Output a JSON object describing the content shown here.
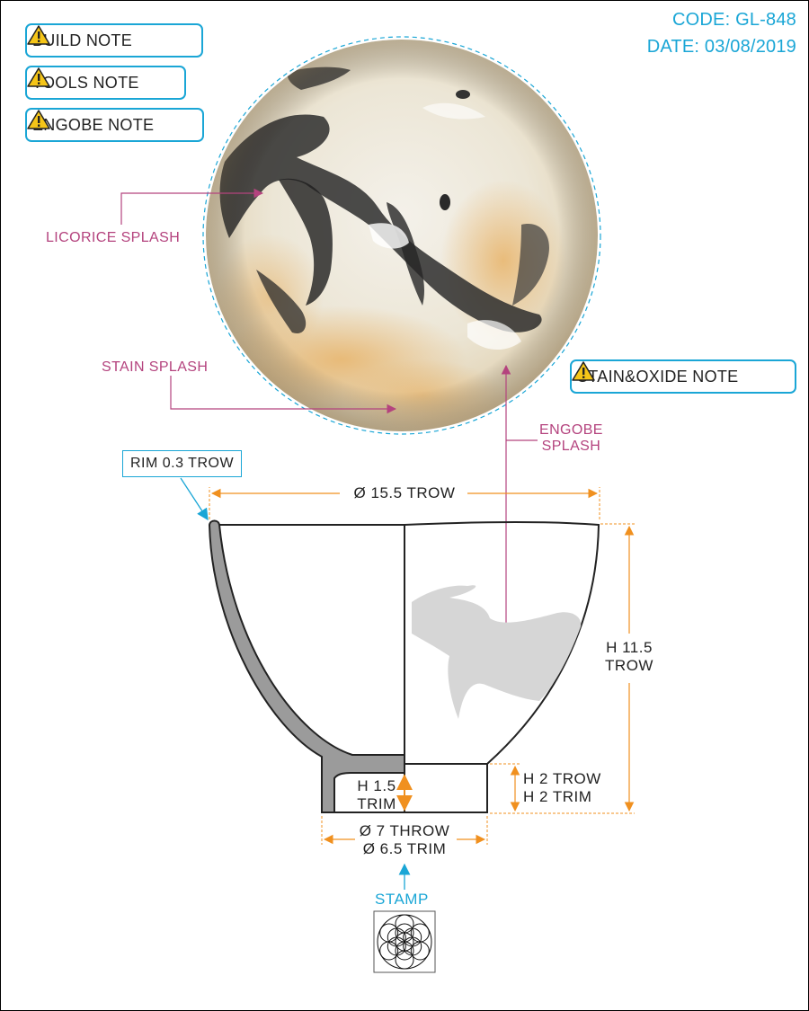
{
  "header": {
    "code": "CODE: GL-848",
    "date": "DATE: 03/08/2019"
  },
  "notes": [
    {
      "label": "BUILD NOTE",
      "icon": "warning-icon"
    },
    {
      "label": "TOOLS NOTE",
      "icon": "warning-icon"
    },
    {
      "label": "ENGOBE NOTE",
      "icon": "warning-icon"
    },
    {
      "label": "STAIN&OXIDE NOTE",
      "icon": "warning-icon"
    }
  ],
  "callouts": {
    "licorice": "LICORICE SPLASH",
    "stain": "STAIN SPLASH",
    "engobe_line1": "ENGOBE",
    "engobe_line2": "SPLASH"
  },
  "dimensions": {
    "rim": "RIM 0.3 TROW",
    "diameter_top": "Ø 15.5 TROW",
    "height_total_line1": "H 11.5",
    "height_total_line2": "TROW",
    "height_foot_line1": "H 2 TROW",
    "height_foot_line2": "H 2 TRIM",
    "foot_inner_line1": "H 1.5",
    "foot_inner_line2": "TRIM",
    "diameter_foot_line1": "Ø 7 THROW",
    "diameter_foot_line2": "Ø 6.5 TRIM"
  },
  "stamp": {
    "label": "STAMP",
    "icon": "flower-of-life-icon"
  },
  "colors": {
    "accent_blue": "#1aa6d6",
    "callout_pink": "#b4437e",
    "dimension_orange": "#f0901f",
    "wall_gray": "#9b9b9b"
  }
}
